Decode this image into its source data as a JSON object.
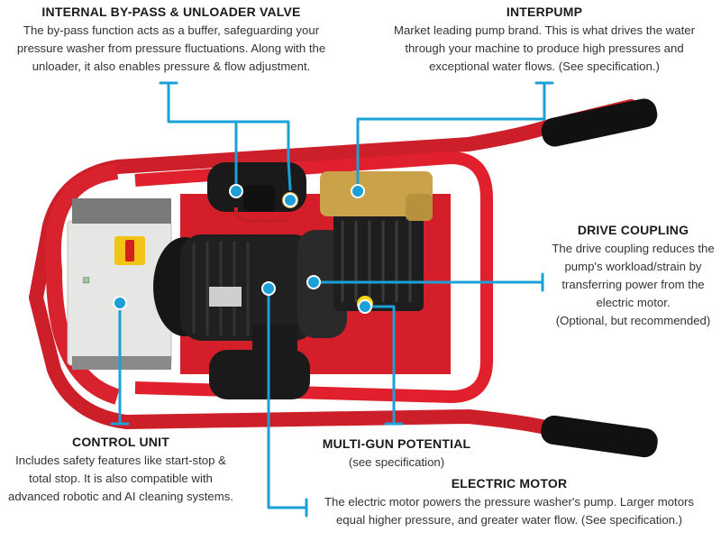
{
  "callouts": {
    "bypass": {
      "title": "INTERNAL BY-PASS & UNLOADER VALVE",
      "lines": [
        "The by-pass function acts as a buffer, safeguarding your",
        "pressure washer from pressure fluctuations. Along with the",
        "unloader, it also enables pressure & flow adjustment."
      ]
    },
    "interpump": {
      "title": "INTERPUMP",
      "lines": [
        "Market leading pump brand. This is what drives the water",
        "through your machine to produce high pressures and",
        "exceptional water flows. (See specification.)"
      ]
    },
    "drive": {
      "title": "DRIVE COUPLING",
      "lines": [
        "The drive coupling reduces the",
        "pump's workload/strain by",
        "transferring power from the",
        "electric motor.",
        "(Optional, but recommended)"
      ]
    },
    "control": {
      "title": "CONTROL UNIT",
      "lines": [
        "Includes safety features like start-stop &",
        "total stop. It is also compatible with",
        "advanced robotic and AI cleaning systems."
      ]
    },
    "multigun": {
      "title": "MULTI-GUN POTENTIAL",
      "lines": [
        "(see specification)"
      ]
    },
    "motor": {
      "title": "ELECTRIC MOTOR",
      "lines": [
        "The electric motor powers the pressure washer's pump. Larger motors",
        "equal higher pressure, and greater water flow. (See specification.)"
      ]
    }
  },
  "colors": {
    "callout_line": "#1ba0d8",
    "frame_red": "#e0202c",
    "motor_black": "#1c1c1c",
    "pump_gold": "#c9a24a",
    "control_box": "#e8e8e6",
    "switch_yellow": "#f2c417"
  }
}
